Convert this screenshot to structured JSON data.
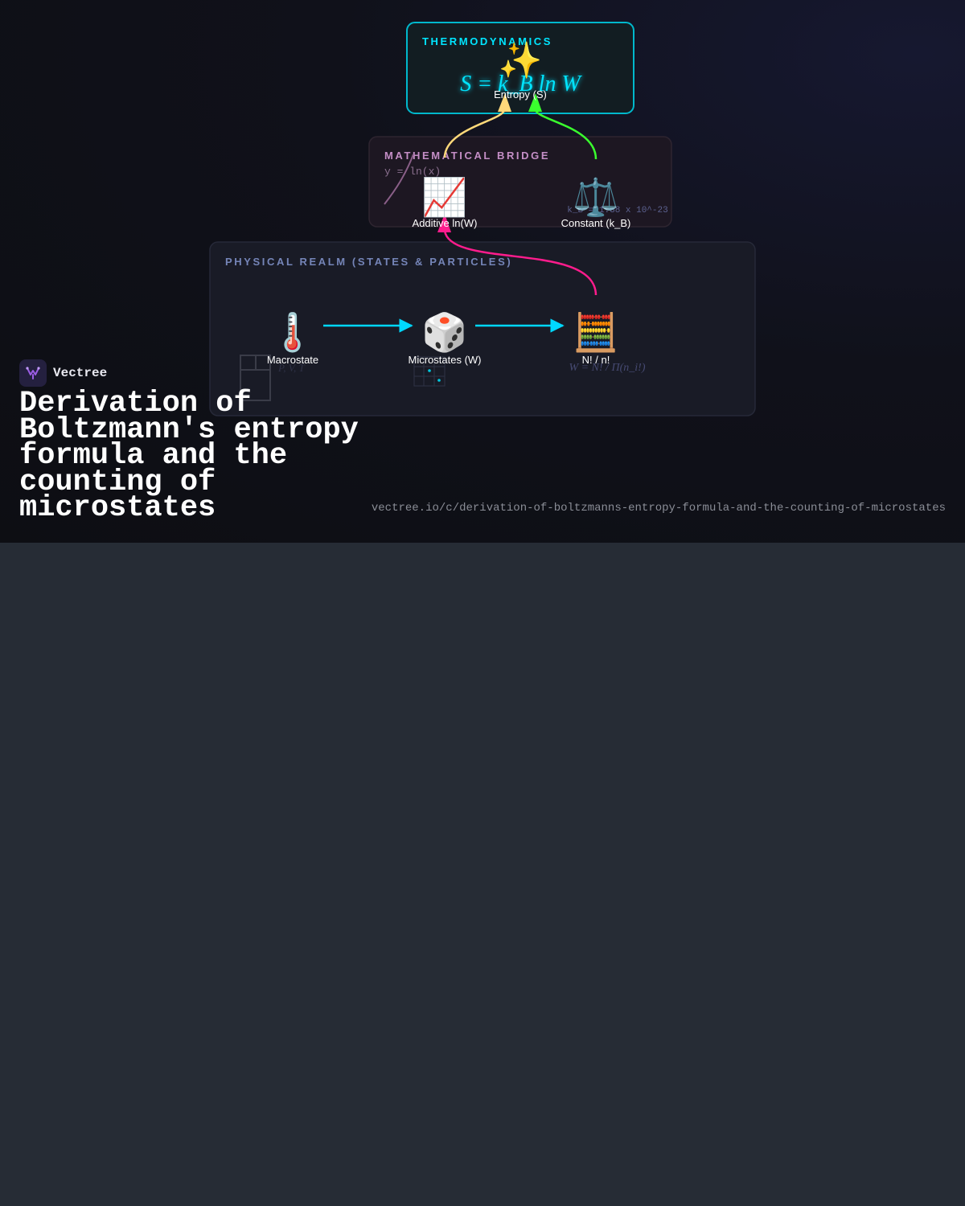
{
  "layers": {
    "thermodynamics": {
      "title": "THERMODYNAMICS",
      "color": "#00e5ff"
    },
    "bridge": {
      "title": "MATHEMATICAL BRIDGE",
      "color": "#c48ec6",
      "annotation": "y = ln(x)"
    },
    "physical": {
      "title": "PHYSICAL REALM (STATES & PARTICLES)",
      "color": "#7585b8"
    }
  },
  "formula": "S = k_B ln W",
  "nodes": {
    "entropy": {
      "label": "Entropy (S)",
      "icon": "sparkles-icon",
      "glyph": "✨"
    },
    "additive": {
      "label": "Additive ln(W)",
      "icon": "chart-increasing-icon",
      "glyph": "📈"
    },
    "constant": {
      "label": "Constant (k_B)",
      "icon": "balance-scale-icon",
      "glyph": "⚖️",
      "note": "k_B = 1.38 x 10^-23"
    },
    "macrostate": {
      "label": "Macrostate",
      "icon": "thermometer-icon",
      "glyph": "🌡️",
      "note": "P, V, T"
    },
    "microstates": {
      "label": "Microstates (W)",
      "icon": "dice-icon",
      "glyph": "🎲"
    },
    "counting": {
      "label": "N! / n!",
      "icon": "abacus-icon",
      "glyph": "🧮",
      "note": "W = N! / Π(n_i!)"
    }
  },
  "edges": [
    {
      "from": "macrostate",
      "to": "microstates",
      "color": "#00d8ff"
    },
    {
      "from": "microstates",
      "to": "counting",
      "color": "#00d8ff"
    },
    {
      "from": "counting",
      "to": "additive",
      "color": "#ff1c8d"
    },
    {
      "from": "additive",
      "to": "entropy",
      "color": "#ffd97a"
    },
    {
      "from": "constant",
      "to": "entropy",
      "color": "#3aff2e"
    }
  ],
  "brand": {
    "name": "Vectree",
    "logo": "vectree-logo-icon"
  },
  "title": "Derivation of Boltzmann's entropy formula and the counting of microstates",
  "url": "vectree.io/c/derivation-of-boltzmanns-entropy-formula-and-the-counting-of-microstates"
}
